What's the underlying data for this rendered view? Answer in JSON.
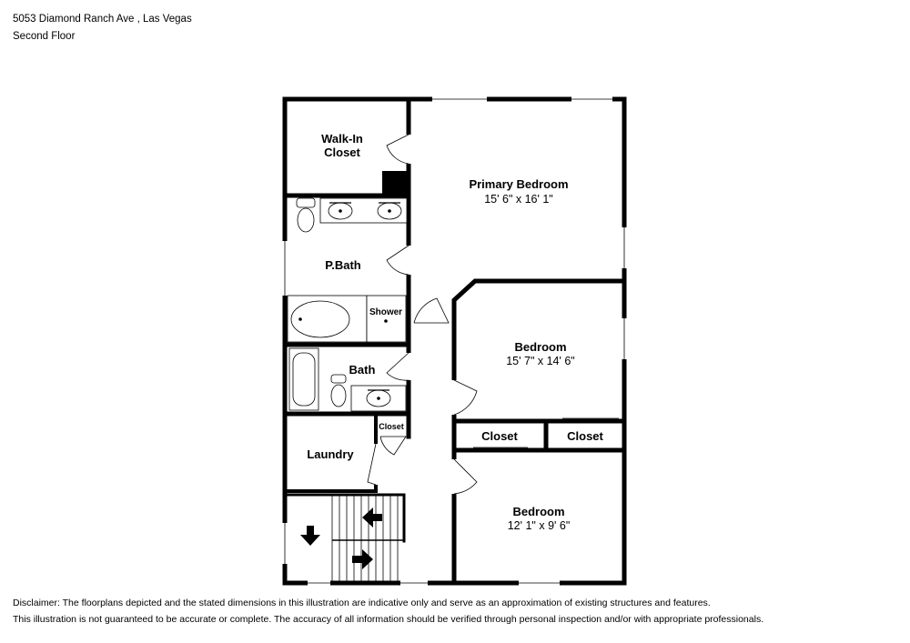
{
  "header": {
    "address": "5053 Diamond Ranch Ave , Las Vegas",
    "floor": "Second Floor"
  },
  "rooms": {
    "walk_in_closet": {
      "name_line1": "Walk-In",
      "name_line2": "Closet"
    },
    "primary_bedroom": {
      "name": "Primary Bedroom",
      "dims": "15' 6\" x 16' 1\""
    },
    "p_bath": {
      "name": "P.Bath"
    },
    "shower": {
      "name": "Shower"
    },
    "bath": {
      "name": "Bath"
    },
    "bedroom_2": {
      "name": "Bedroom",
      "dims": "15' 7\" x 14' 6\""
    },
    "closet_a": {
      "name": "Closet"
    },
    "closet_b": {
      "name": "Closet"
    },
    "hall_closet": {
      "name": "Closet"
    },
    "laundry": {
      "name": "Laundry"
    },
    "bedroom_3": {
      "name": "Bedroom",
      "dims": "12' 1\" x 9' 6\""
    }
  },
  "disclaimer": {
    "line1": "Disclaimer: The floorplans depicted and the stated dimensions in this illustration are indicative only and serve as an approximation of existing structures and features.",
    "line2": "This illustration is not guaranteed to be accurate or complete. The accuracy of all information should be verified through personal inspection and/or with appropriate professionals."
  }
}
